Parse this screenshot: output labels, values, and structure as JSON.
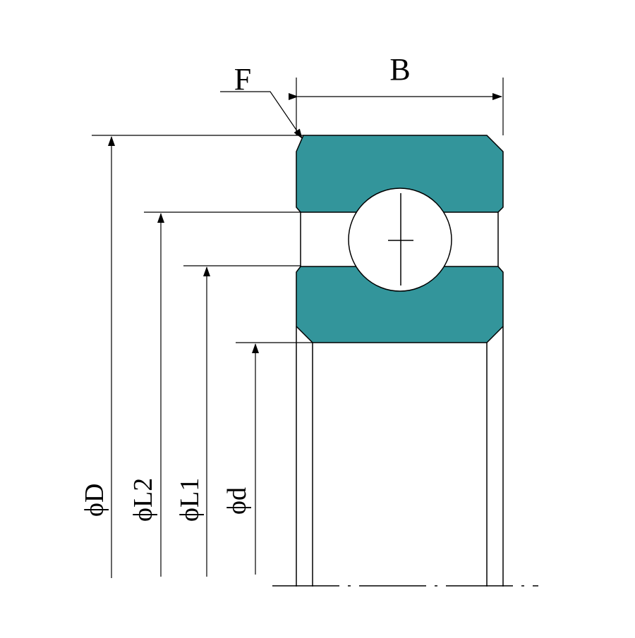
{
  "labels": {
    "chamfer": "F",
    "width": "B",
    "outer_diameter": "ϕD",
    "land_diameter_2": "ϕL2",
    "land_diameter_1": "ϕL1",
    "bore_diameter": "ϕd"
  },
  "colors": {
    "ring_fill": "#33959B",
    "line": "#000000",
    "background": "#FFFFFF"
  }
}
